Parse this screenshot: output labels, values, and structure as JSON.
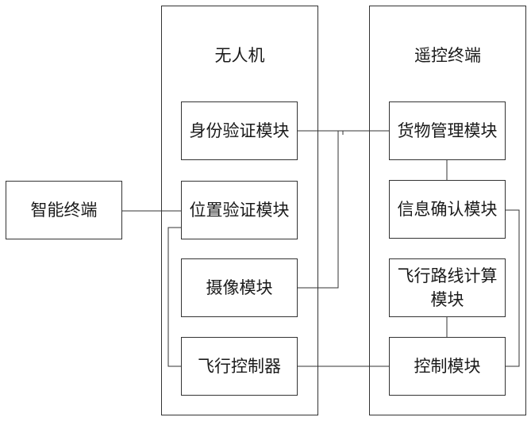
{
  "drone": {
    "title": "无人机",
    "modules": {
      "identity_verification": "身份验证模块",
      "location_verification": "位置验证模块",
      "camera": "摄像模块",
      "flight_controller": "飞行控制器"
    }
  },
  "remote_terminal": {
    "title": "遥控终端",
    "modules": {
      "cargo_management": "货物管理模块",
      "info_confirmation": "信息确认模块",
      "flight_route_calc": "飞行路线计算模块",
      "control": "控制模块"
    }
  },
  "smart_terminal": {
    "label": "智能终端"
  }
}
